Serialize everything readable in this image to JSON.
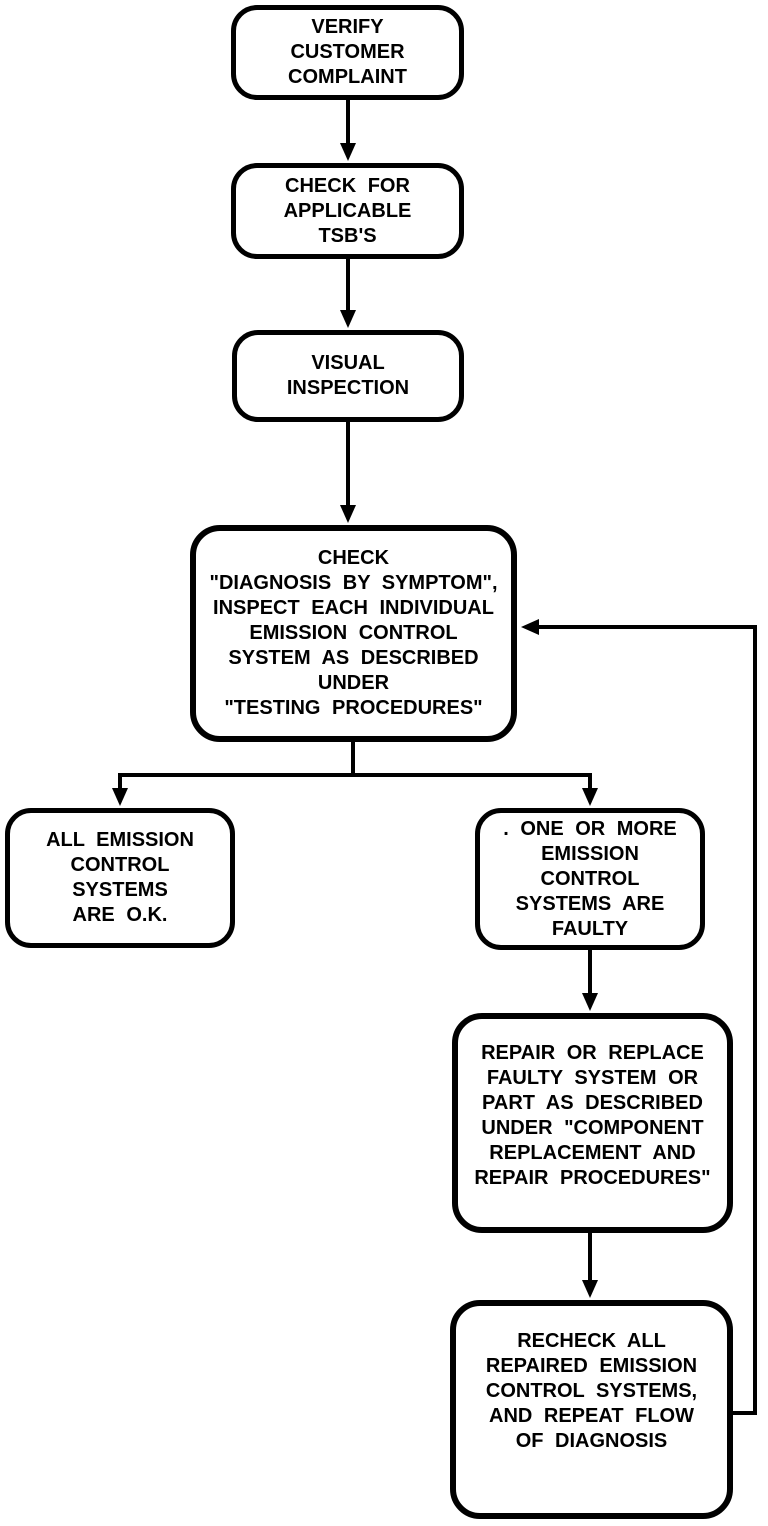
{
  "diagram": {
    "type": "flowchart",
    "colors": {
      "line": "#000000",
      "box_border": "#000000",
      "box_fill": "#ffffff",
      "text": "#000000",
      "background": "#ffffff"
    },
    "nodes": [
      {
        "id": "verify-customer-complaint",
        "label": "VERIFY\nCUSTOMER\nCOMPLAINT"
      },
      {
        "id": "check-for-applicable-tsbs",
        "label": "CHECK FOR\nAPPLICABLE\nTSB'S"
      },
      {
        "id": "visual-inspection",
        "label": "VISUAL\nINSPECTION"
      },
      {
        "id": "check-diagnosis-by-symptom",
        "label": "CHECK\n\"DIAGNOSIS BY SYMPTOM\",\nINSPECT EACH INDIVIDUAL\nEMISSION CONTROL\nSYSTEM AS DESCRIBED\nUNDER\n\"TESTING PROCEDURES\""
      },
      {
        "id": "all-emission-control-systems-ok",
        "label": "ALL EMISSION\nCONTROL\nSYSTEMS\nARE O.K."
      },
      {
        "id": "one-or-more-systems-faulty",
        "label": ". ONE OR MORE\nEMISSION\nCONTROL\nSYSTEMS ARE\nFAULTY"
      },
      {
        "id": "repair-or-replace-faulty-system",
        "label": "REPAIR OR REPLACE\nFAULTY SYSTEM OR\nPART AS DESCRIBED\nUNDER \"COMPONENT\nREPLACEMENT AND\nREPAIR PROCEDURES\""
      },
      {
        "id": "recheck-all-repaired-systems",
        "label": "RECHECK ALL\nREPAIRED EMISSION\nCONTROL SYSTEMS,\nAND REPEAT FLOW\nOF DIAGNOSIS"
      }
    ],
    "edges": [
      {
        "from": "verify-customer-complaint",
        "to": "check-for-applicable-tsbs",
        "type": "arrow-down"
      },
      {
        "from": "check-for-applicable-tsbs",
        "to": "visual-inspection",
        "type": "arrow-down"
      },
      {
        "from": "visual-inspection",
        "to": "check-diagnosis-by-symptom",
        "type": "arrow-down"
      },
      {
        "from": "check-diagnosis-by-symptom",
        "to": "all-emission-control-systems-ok",
        "type": "branch-arrow-down"
      },
      {
        "from": "check-diagnosis-by-symptom",
        "to": "one-or-more-systems-faulty",
        "type": "branch-arrow-down"
      },
      {
        "from": "one-or-more-systems-faulty",
        "to": "repair-or-replace-faulty-system",
        "type": "arrow-down"
      },
      {
        "from": "repair-or-replace-faulty-system",
        "to": "recheck-all-repaired-systems",
        "type": "arrow-down"
      },
      {
        "from": "recheck-all-repaired-systems",
        "to": "check-diagnosis-by-symptom",
        "type": "feedback-loop-right-side"
      }
    ]
  }
}
